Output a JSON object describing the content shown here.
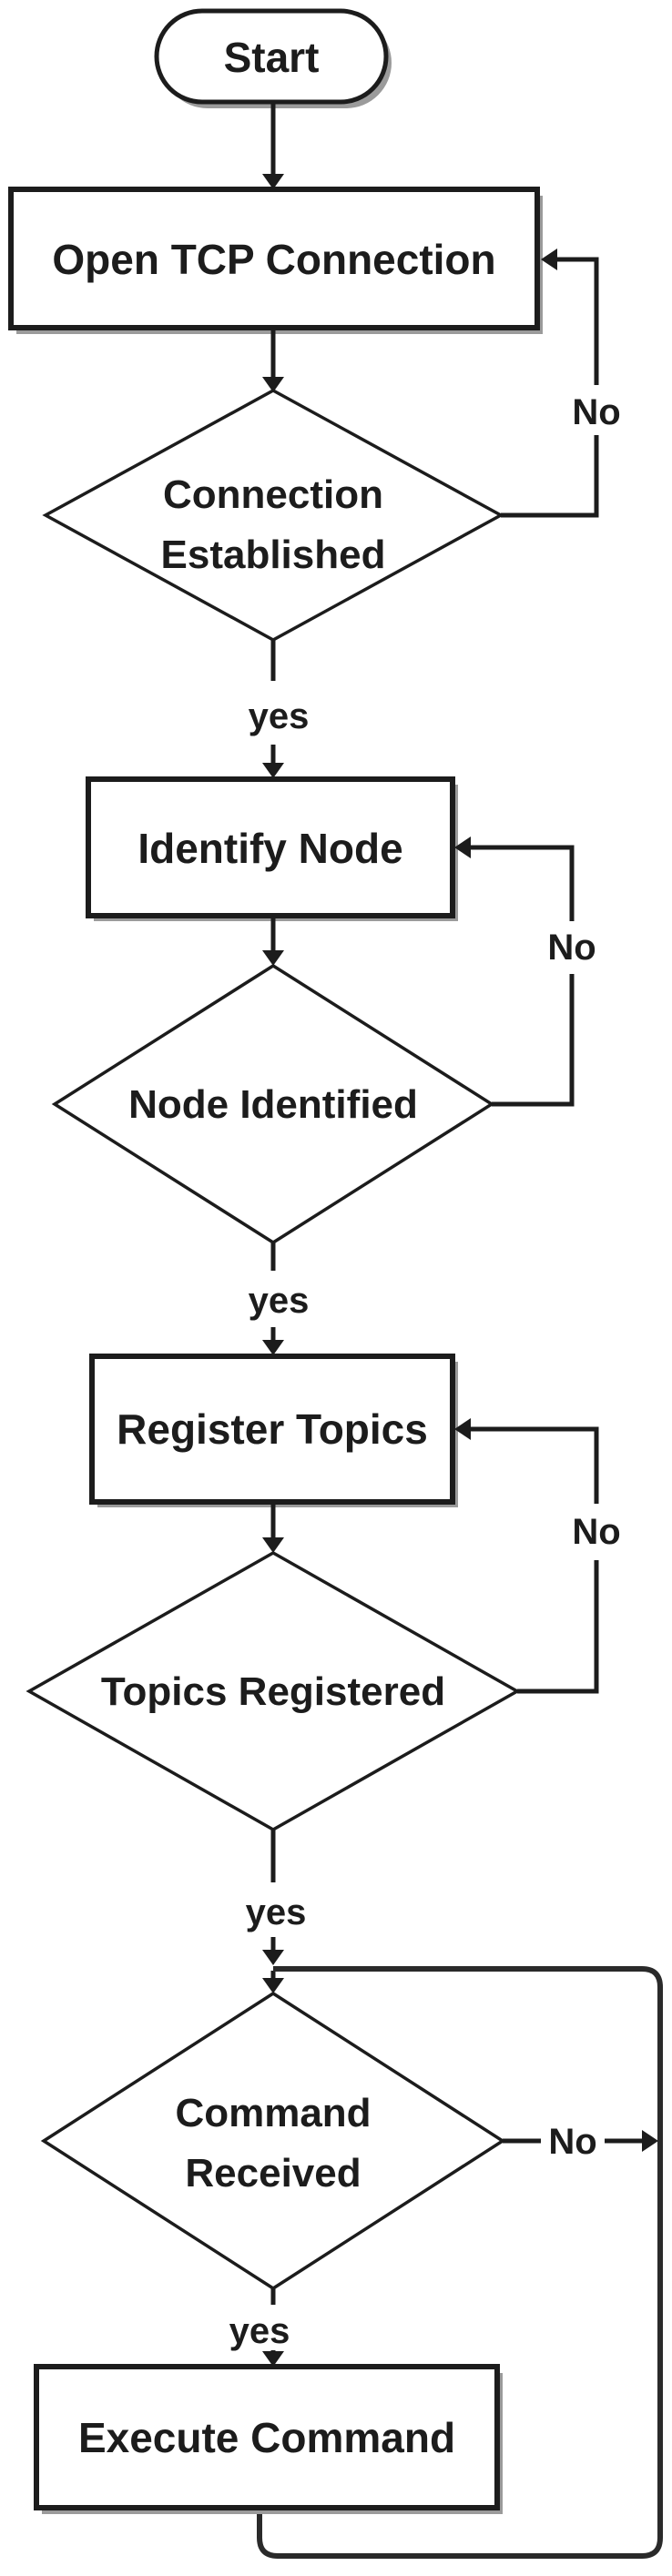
{
  "flow": {
    "title_hint": "TCP node registration flowchart",
    "colors": {
      "background": "#ffffff",
      "stroke": "#1c1c1c",
      "shadow": "#9b9b9b",
      "text": "#1c1c1c"
    },
    "nodes": {
      "start": {
        "label": "Start"
      },
      "open_tcp": {
        "label": "Open TCP Connection"
      },
      "conn_established": {
        "line1": "Connection",
        "line2": "Established"
      },
      "identify_node": {
        "label": "Identify Node"
      },
      "node_identified": {
        "label": "Node Identified"
      },
      "register_topics": {
        "label": "Register Topics"
      },
      "topics_registered": {
        "label": "Topics Registered"
      },
      "command_received": {
        "line1": "Command",
        "line2": "Received"
      },
      "execute_command": {
        "label": "Execute Command"
      }
    },
    "edge_labels": {
      "yes1": "yes",
      "no1": "No",
      "yes2": "yes",
      "no2": "No",
      "yes3": "yes",
      "no3": "No",
      "yes4": "yes",
      "no4": "No"
    }
  }
}
